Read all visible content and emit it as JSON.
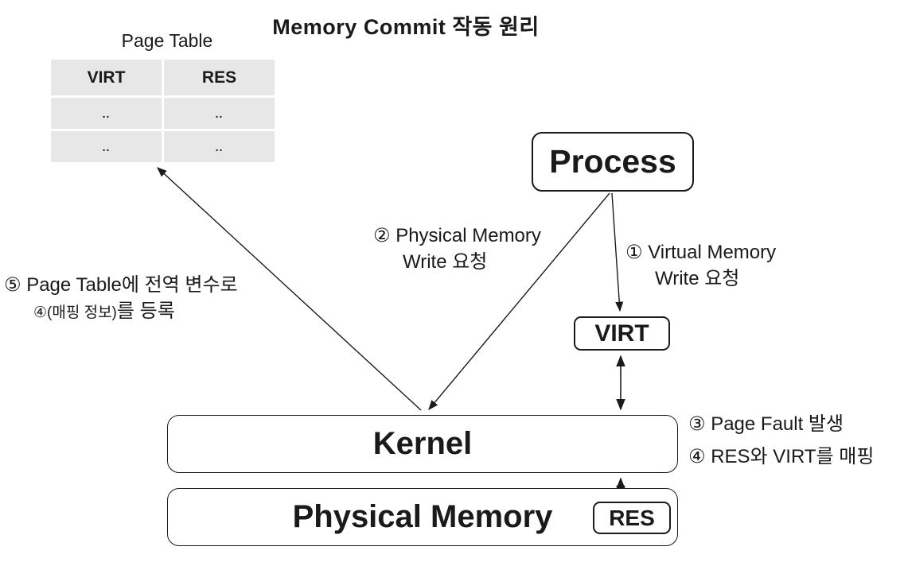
{
  "title": "Memory Commit 작동 원리",
  "page_table": {
    "label": "Page Table",
    "headers": [
      "VIRT",
      "RES"
    ],
    "rows": [
      [
        "..",
        ".."
      ],
      [
        "..",
        ".."
      ]
    ]
  },
  "boxes": {
    "process": "Process",
    "virt": "VIRT",
    "kernel": "Kernel",
    "physical_memory": "Physical Memory",
    "res": "RES"
  },
  "annotations": {
    "step1": {
      "number": "①",
      "line1": "Virtual Memory",
      "line2": "Write 요청"
    },
    "step2": {
      "number": "②",
      "line1": "Physical Memory",
      "line2": "Write 요청"
    },
    "step3": {
      "number": "③",
      "text": "Page Fault 발생"
    },
    "step4": {
      "number": "④",
      "text": "RES와 VIRT를 매핑"
    },
    "step5": {
      "number": "⑤",
      "line1": "Page Table에 전역 변수로",
      "line2_small": "④(매핑 정보)",
      "line2_rest": "를 등록"
    }
  },
  "colors": {
    "ink": "#1a1a1a",
    "table_cell_bg": "#e7e7e7",
    "background": "#ffffff"
  }
}
